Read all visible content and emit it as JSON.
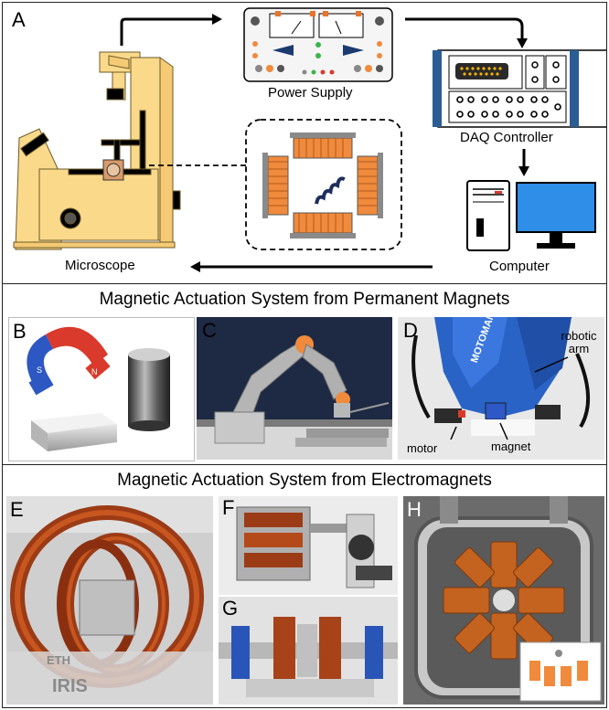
{
  "panels": {
    "a": {
      "letter": "A",
      "power_supply": "Power Supply",
      "daq_controller": "DAQ Controller",
      "computer": "Computer",
      "microscope": "Microscope"
    },
    "row2_title": "Magnetic Actuation System from Permanent Magnets",
    "b": {
      "letter": "B",
      "magnet_letters": [
        "S",
        "N"
      ]
    },
    "c": {
      "letter": "C"
    },
    "d": {
      "letter": "D",
      "robotic_arm": "robotic arm",
      "motor": "motor",
      "magnet": "magnet",
      "brand_text": "MOTOMAN"
    },
    "row3_title": "Magnetic Actuation System from Electromagnets",
    "e": {
      "letter": "E",
      "logo_text": [
        "ETH",
        "IRIS"
      ]
    },
    "f": {
      "letter": "F"
    },
    "g": {
      "letter": "G"
    },
    "h": {
      "letter": "H"
    }
  },
  "colors": {
    "coil_orange": "#f08a3c",
    "microscope_fill": "#fbd98a",
    "daq_blue": "#2b5c93",
    "screen_blue": "#2f8ee8",
    "magnet_red": "#d93a2b",
    "magnet_blue": "#2d57c2"
  }
}
